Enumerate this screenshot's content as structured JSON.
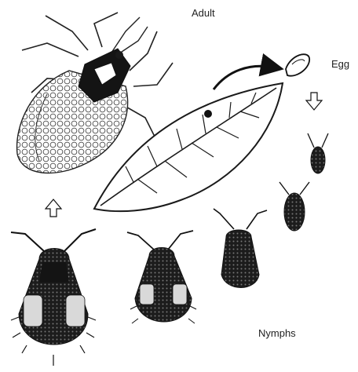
{
  "labels": {
    "adult": "Adult",
    "egg": "Egg",
    "nymphs": "Nymphs"
  },
  "colors": {
    "ink": "#1a1a1a",
    "paper": "#ffffff",
    "pale_pad": "#d9d9d9"
  },
  "icons": {
    "stages": [
      "adult-bug-icon",
      "egg-icon",
      "nymph-instar-1-icon",
      "nymph-instar-2-icon",
      "nymph-instar-3-icon",
      "nymph-instar-4-icon",
      "nymph-instar-5-icon",
      "leaf-icon"
    ],
    "arrows": [
      "curved-arrow-to-egg",
      "arrow-down-hollow",
      "arrow-up-hollow"
    ]
  }
}
